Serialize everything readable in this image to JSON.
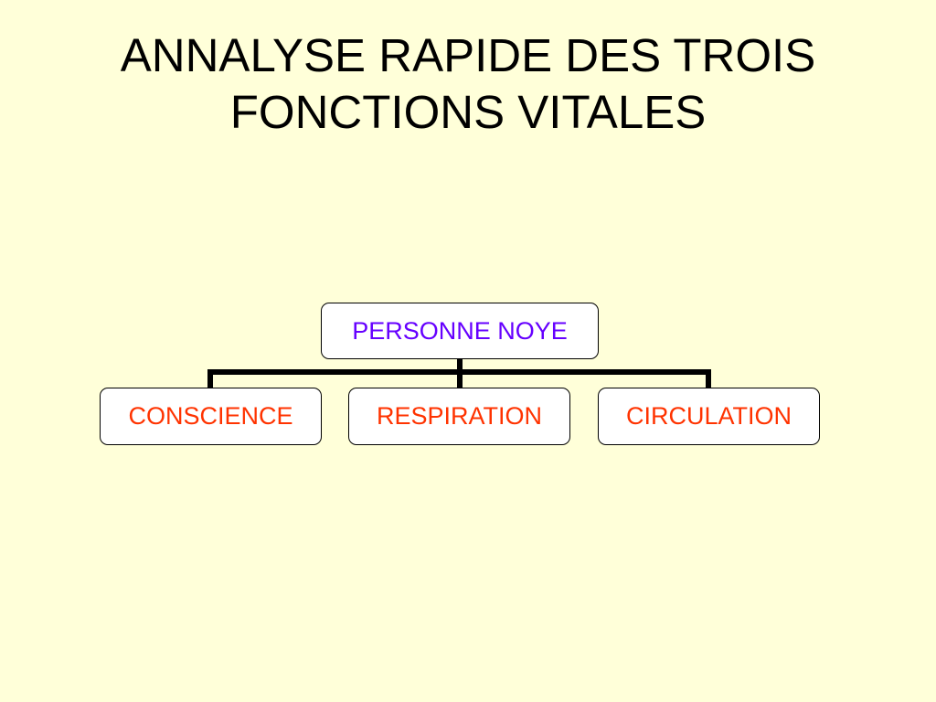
{
  "slide": {
    "title_lines": [
      "ANNALYSE RAPIDE DES TROIS",
      "FONCTIONS VITALES"
    ]
  },
  "diagram": {
    "root": {
      "label": "PERSONNE NOYE",
      "color": "#6600FF"
    },
    "children": [
      {
        "label": "CONSCIENCE",
        "color": "#FF3300"
      },
      {
        "label": "RESPIRATION",
        "color": "#FF3300"
      },
      {
        "label": "CIRCULATION",
        "color": "#FF3300"
      }
    ]
  },
  "colors": {
    "background": "#FFFFD9",
    "title": "#000000",
    "box_fill": "#FFFFFF",
    "box_border": "#000000",
    "connector": "#000000"
  }
}
